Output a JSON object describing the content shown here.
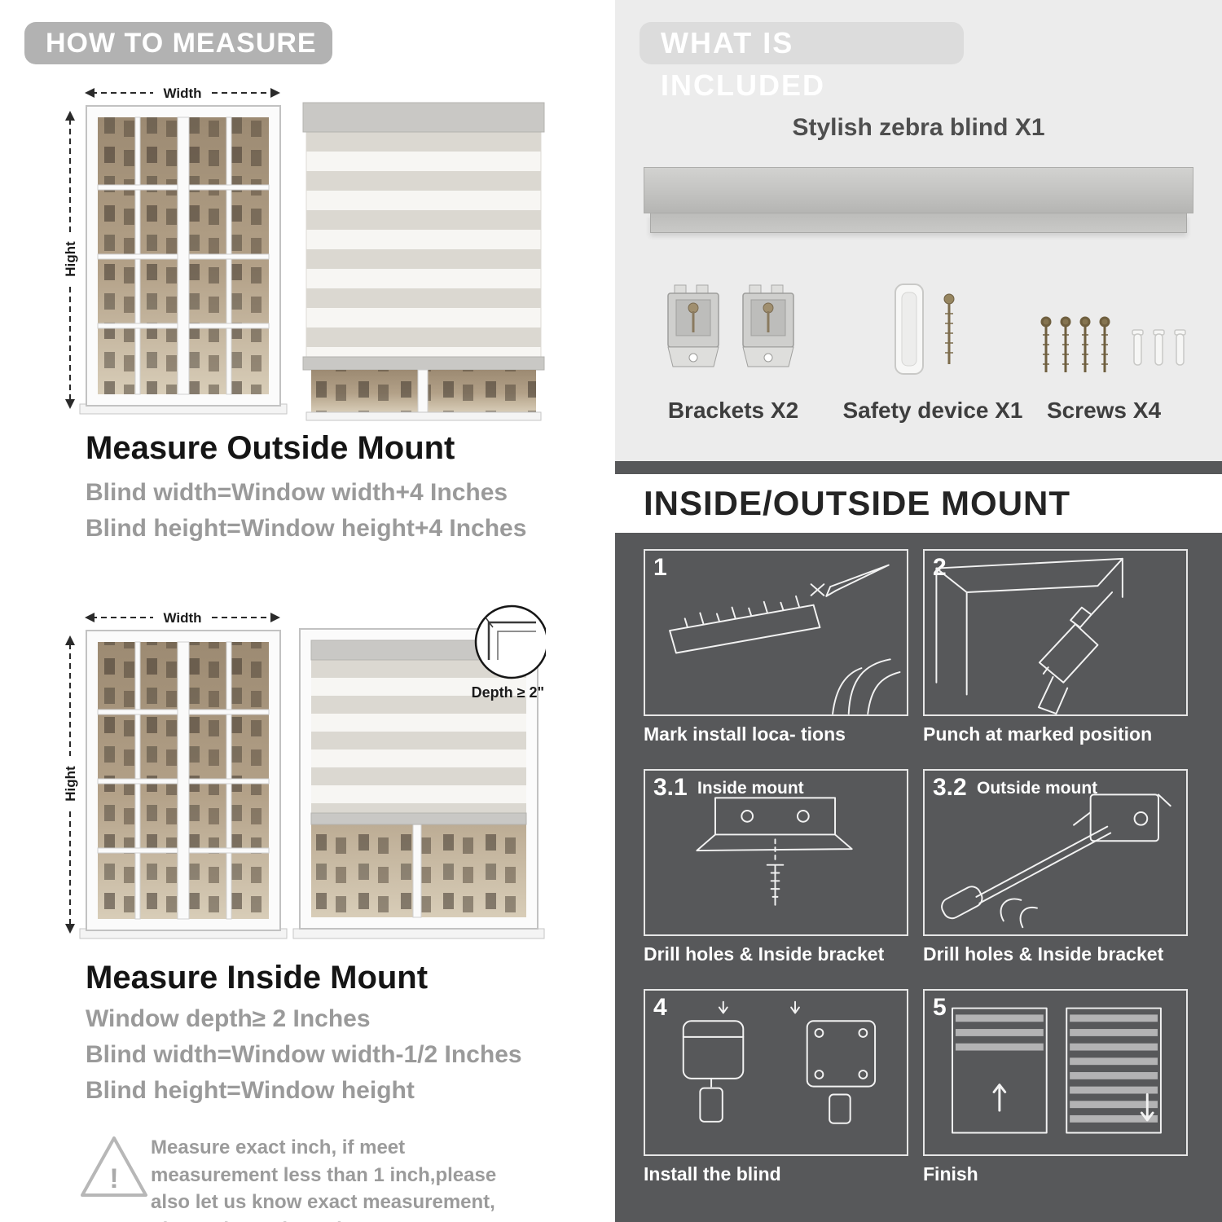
{
  "colors": {
    "header_pill": "#b2b2b2",
    "included_bg": "#ececec",
    "mount_bg": "#57585a",
    "blind_stripe": "#dbd8d1",
    "gray_text": "#9a9a9a"
  },
  "left": {
    "header": "HOW TO MEASURE",
    "fig1": {
      "width_label": "Width",
      "height_label": "Hight"
    },
    "outside": {
      "title": "Measure Outside Mount",
      "line1": "Blind width=Window width+4 Inches",
      "line2": "Blind height=Window height+4 Inches"
    },
    "fig2": {
      "width_label": "Width",
      "height_label": "Hight",
      "depth_label": "Depth ≥ 2\""
    },
    "inside": {
      "title": "Measure Inside Mount",
      "line1": "Window depth≥ 2 Inches",
      "line2": "Blind width=Window width-1/2 Inches",
      "line3": "Blind height=Window height"
    },
    "note": {
      "icon": "warning-triangle",
      "exclaim": "!",
      "text": "Measure exact inch, if meet measurement less than 1 inch,please also let us know exact measurement, please do not leave it"
    }
  },
  "right": {
    "included": {
      "header": "WHAT IS INCLUDED",
      "blind_label": "Stylish zebra blind X1",
      "items": [
        {
          "label": "Brackets X2"
        },
        {
          "label": "Safety device X1"
        },
        {
          "label": "Screws X4"
        }
      ]
    },
    "mount": {
      "header": "INSIDE/OUTSIDE MOUNT",
      "steps": [
        {
          "num": "1",
          "caption": "Mark install loca- tions"
        },
        {
          "num": "2",
          "caption": "Punch at  marked position"
        },
        {
          "num": "3.1",
          "inner_label": "Inside mount",
          "caption": "Drill holes &  Inside bracket"
        },
        {
          "num": "3.2",
          "inner_label": "Outside mount",
          "caption": "Drill holes &  Inside bracket"
        },
        {
          "num": "4",
          "caption": "Install the blind"
        },
        {
          "num": "5",
          "caption": "Finish"
        }
      ]
    }
  }
}
